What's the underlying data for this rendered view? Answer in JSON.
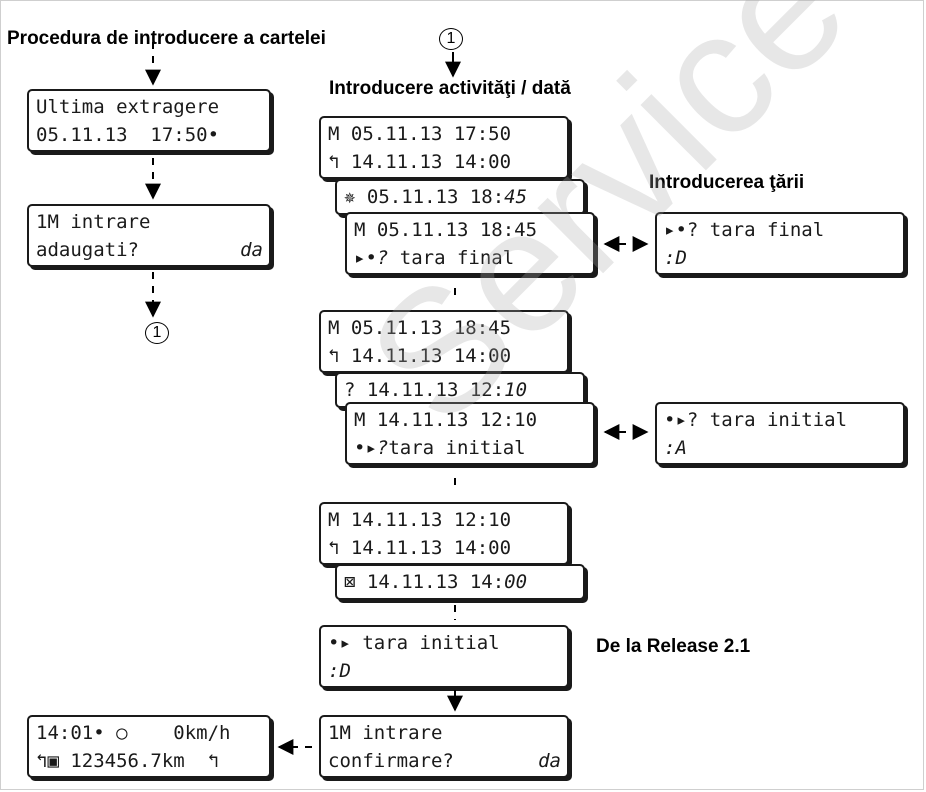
{
  "headings": {
    "procedure": "Procedura de introducere a cartelei",
    "entry": "Introducere activităţi / dată",
    "country": "Introducerea ţării",
    "release": "De la Release 2.1"
  },
  "markers": {
    "ref": "1"
  },
  "displays": {
    "last_extract": {
      "line1": "Ultima extragere",
      "line2": "05.11.13  17:50•"
    },
    "add_entry": {
      "line1": "1M intrare",
      "line2": "adaugati?",
      "line2_right": "da"
    },
    "stack1": {
      "a": {
        "line1": "M 05.11.13 17:50",
        "line2": "↰ 14.11.13 14:00"
      },
      "b": {
        "line1_prefix": "✵ 05.11.13 18:",
        "line1_italic": "45"
      },
      "c": {
        "line1": "M 05.11.13 18:45",
        "line2_prefix": "▸•?",
        "line2": " tara final"
      }
    },
    "country_final": {
      "line1": "▸•? tara final",
      "line2": ":D"
    },
    "stack2": {
      "a": {
        "line1": "M 05.11.13 18:45",
        "line2": "↰ 14.11.13 14:00"
      },
      "b": {
        "line1_prefix": "? 14.11.13 12:",
        "line1_italic": "10"
      },
      "c": {
        "line1": "M 14.11.13 12:10",
        "line2_prefix": "•▸?",
        "line2": "tara initial"
      }
    },
    "country_initial": {
      "line1": "•▸? tara initial",
      "line2": ":A"
    },
    "stack3": {
      "a": {
        "line1": "M 14.11.13 12:10",
        "line2": "↰ 14.11.13 14:00"
      },
      "b": {
        "line1_prefix": "⊠ 14.11.13 14:",
        "line1_italic": "00"
      }
    },
    "release_initial": {
      "line1": "•▸ tara initial",
      "line2": ":D"
    },
    "confirm": {
      "line1": "1M intrare",
      "line2": "confirmare?",
      "line2_right": "da"
    },
    "standard": {
      "line1": "14:01• ○    0km/h",
      "line2": "↰▣ 123456.7km  ↰"
    }
  },
  "watermark": "Service"
}
